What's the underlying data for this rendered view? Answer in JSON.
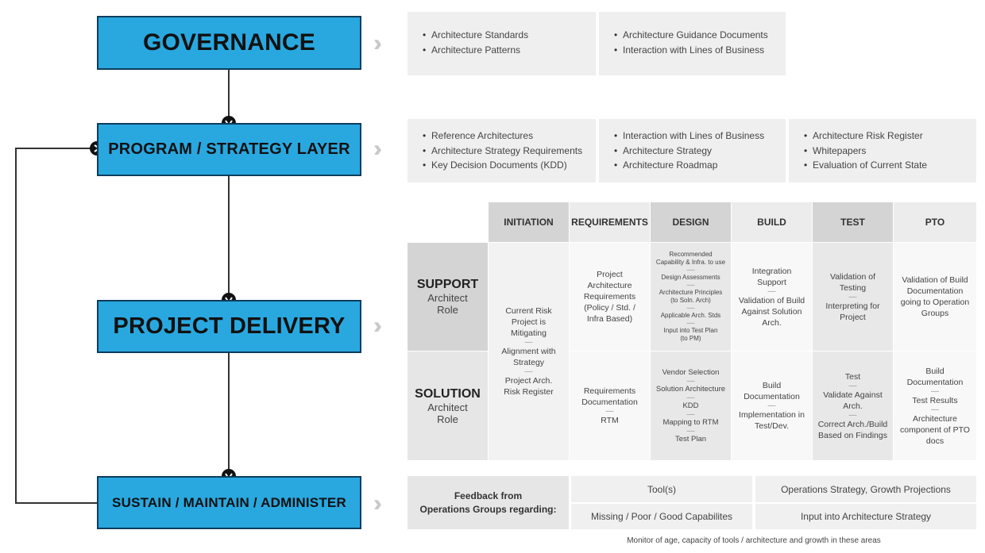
{
  "boxes": {
    "governance": "GOVERNANCE",
    "program": "PROGRAM / STRATEGY LAYER",
    "project": "PROJECT DELIVERY",
    "sustain": "SUSTAIN / MAINTAIN / ADMINISTER"
  },
  "governance_panel": {
    "col1": [
      "Architecture Standards",
      "Architecture Patterns"
    ],
    "col2": [
      "Architecture Guidance Documents",
      "Interaction with Lines of Business"
    ]
  },
  "program_panel": {
    "col1": [
      "Reference Architectures",
      "Architecture Strategy Requirements",
      "Key Decision Documents (KDD)"
    ],
    "col2": [
      "Interaction with Lines of Business",
      "Architecture Strategy",
      "Architecture Roadmap"
    ],
    "col3": [
      "Architecture Risk Register",
      "Whitepapers",
      "Evaluation of Current State"
    ]
  },
  "matrix": {
    "phases": [
      "INITIATION",
      "REQUIREMENTS",
      "DESIGN",
      "BUILD",
      "TEST",
      "PTO"
    ],
    "support_role": {
      "title": "SUPPORT",
      "line1": "Architect",
      "line2": "Role"
    },
    "solution_role": {
      "title": "SOLUTION",
      "line1": "Architect",
      "line2": "Role"
    },
    "initiation": [
      "Current Risk",
      "Project is",
      "Mitigating",
      "—",
      "Alignment with",
      "Strategy",
      "—",
      "Project Arch.",
      "Risk Register"
    ],
    "support": {
      "requirements": [
        "Project",
        "Architecture",
        "Requirements",
        "(Policy / Std. /",
        "Infra Based)"
      ],
      "design": [
        "Recommended",
        "Capability & Infra. to use",
        "—",
        "Design Assessments",
        "—",
        "Architecture Principles",
        "(to Soln. Arch)",
        "—",
        "Applicable Arch. Stds",
        "—",
        "Input into Test Plan",
        "(to PM)"
      ],
      "build": [
        "Integration",
        "Support",
        "—",
        "Validation of Build",
        "Against Solution",
        "Arch."
      ],
      "test": [
        "Validation of",
        "Testing",
        "—",
        "Interpreting for",
        "Project"
      ],
      "pto": [
        "Validation of Build",
        "Documentation",
        "going to Operation",
        "Groups"
      ]
    },
    "solution": {
      "requirements": [
        "Requirements",
        "Documentation",
        "—",
        "RTM"
      ],
      "design": [
        "Vendor Selection",
        "—",
        "Solution Architecture",
        "—",
        "KDD",
        "—",
        "Mapping to RTM",
        "—",
        "Test Plan"
      ],
      "build": [
        "Build",
        "Documentation",
        "—",
        "Implementation in",
        "Test/Dev."
      ],
      "test": [
        "Test",
        "—",
        "Validate Against",
        "Arch.",
        "—",
        "Correct Arch./Build",
        "Based on Findings"
      ],
      "pto": [
        "Build",
        "Documentation",
        "—",
        "Test Results",
        "—",
        "Architecture",
        "component of PTO",
        "docs"
      ]
    }
  },
  "feedback": {
    "label_line1": "Feedback from",
    "label_line2": "Operations Groups regarding:",
    "tools": "Tool(s)",
    "ops_strategy": "Operations Strategy, Growth Projections",
    "capabilities": "Missing / Poor / Good Capabilites",
    "input": "Input into Architecture Strategy",
    "footnote": "Monitor of age, capacity of tools / architecture and growth in these areas"
  },
  "colors": {
    "box_fill": "#29a8e0",
    "box_border": "#0d3d5c",
    "panel": "#efefef",
    "header_dark": "#d4d4d4"
  }
}
